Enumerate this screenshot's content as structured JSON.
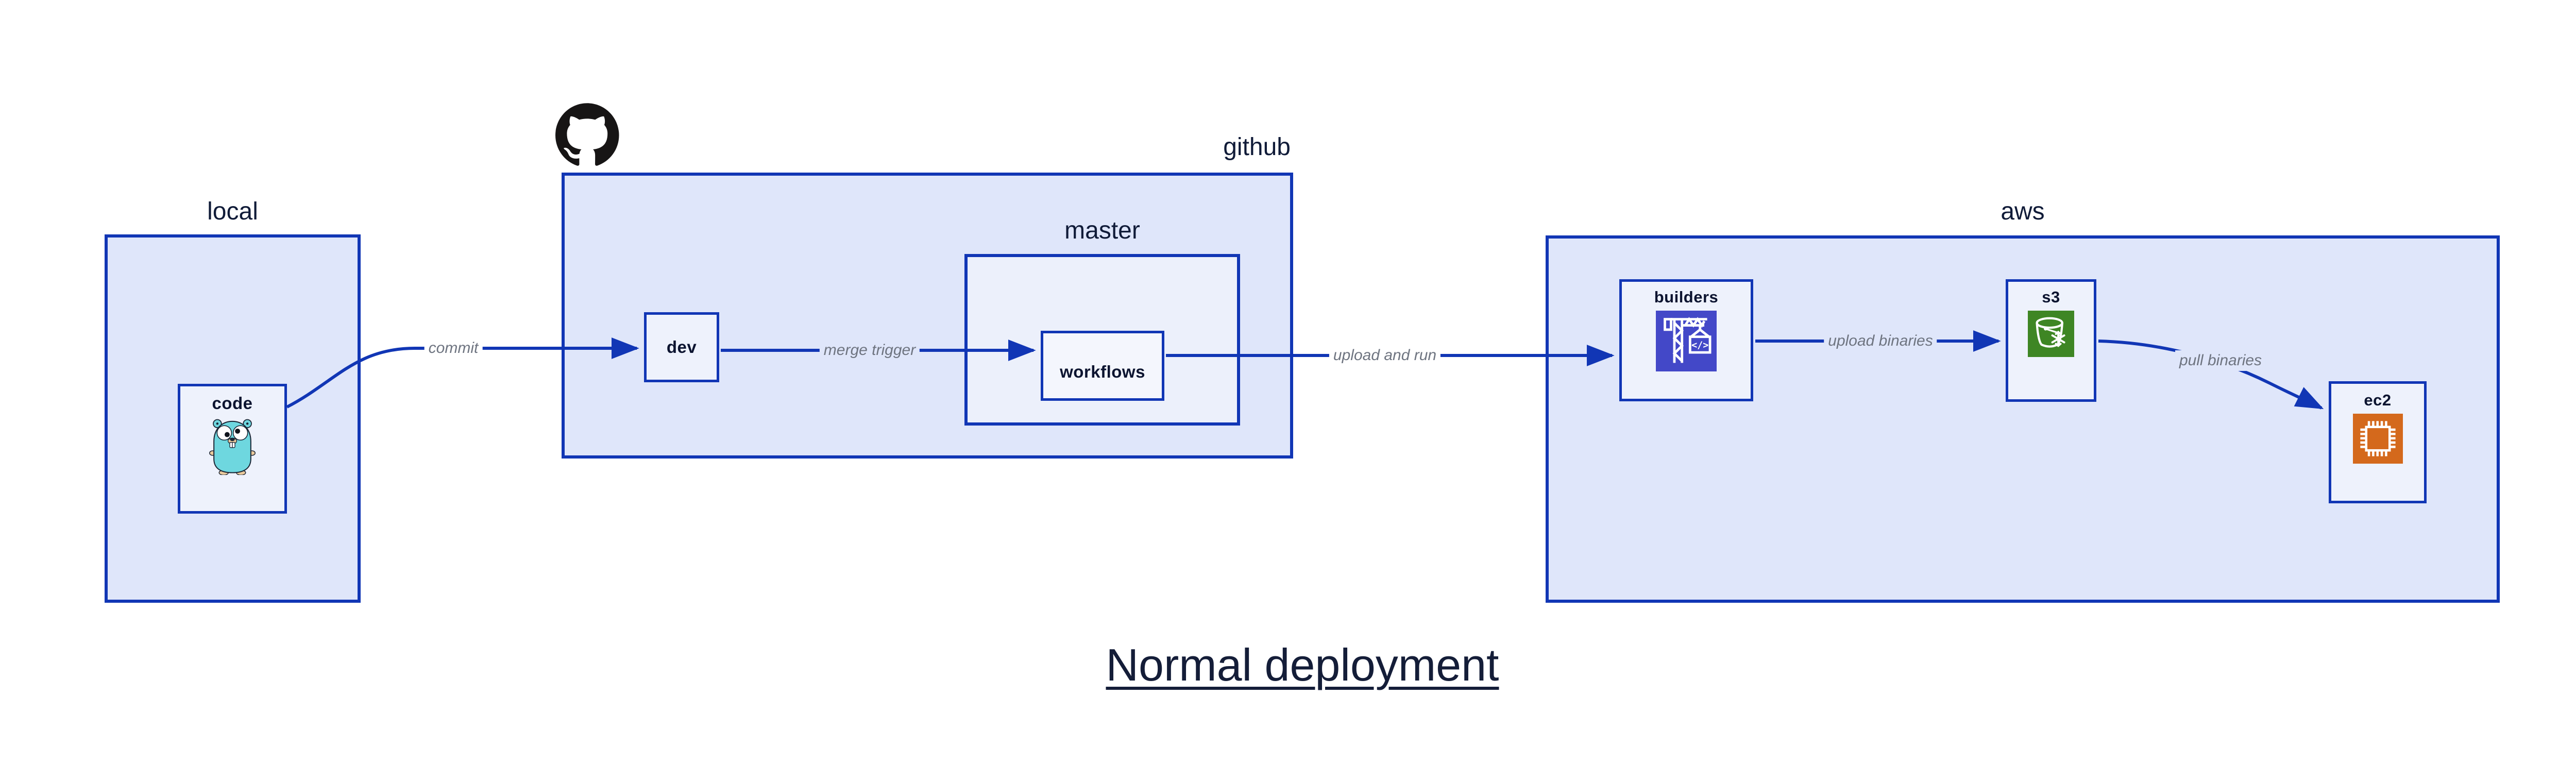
{
  "title": "Normal deployment",
  "groups": {
    "local": {
      "label": "local"
    },
    "github": {
      "label": "github"
    },
    "master": {
      "label": "master"
    },
    "aws": {
      "label": "aws"
    }
  },
  "nodes": {
    "code": {
      "label": "code",
      "icon": "go-gopher-icon"
    },
    "dev": {
      "label": "dev"
    },
    "workflows": {
      "label": "workflows"
    },
    "builders": {
      "label": "builders",
      "icon": "codebuild-crane-icon"
    },
    "s3": {
      "label": "s3",
      "icon": "s3-glacier-bucket-icon"
    },
    "ec2": {
      "label": "ec2",
      "icon": "ec2-chip-icon"
    }
  },
  "edges": [
    {
      "from": "code",
      "to": "dev",
      "label": "commit"
    },
    {
      "from": "dev",
      "to": "workflows",
      "label": "merge trigger"
    },
    {
      "from": "workflows",
      "to": "builders",
      "label": "upload and run"
    },
    {
      "from": "builders",
      "to": "s3",
      "label": "upload binaries"
    },
    {
      "from": "s3",
      "to": "ec2",
      "label": "pull binaries"
    }
  ],
  "logo": "github-octocat-logo",
  "colors": {
    "edge_blue": "#1136b5",
    "container_fill": "#dfe6fa",
    "master_fill": "#ecf0fb",
    "node_fill": "#eef2fc",
    "workflows_fill": "#f4f6fd",
    "edge_label_gray": "#6e7480",
    "text_dark": "#101b38",
    "codebuild_purple": "#4348c8",
    "s3_green": "#3e8624",
    "ec2_orange": "#d4691c",
    "gopher_cyan": "#6ed7df",
    "github_black": "#171515"
  }
}
